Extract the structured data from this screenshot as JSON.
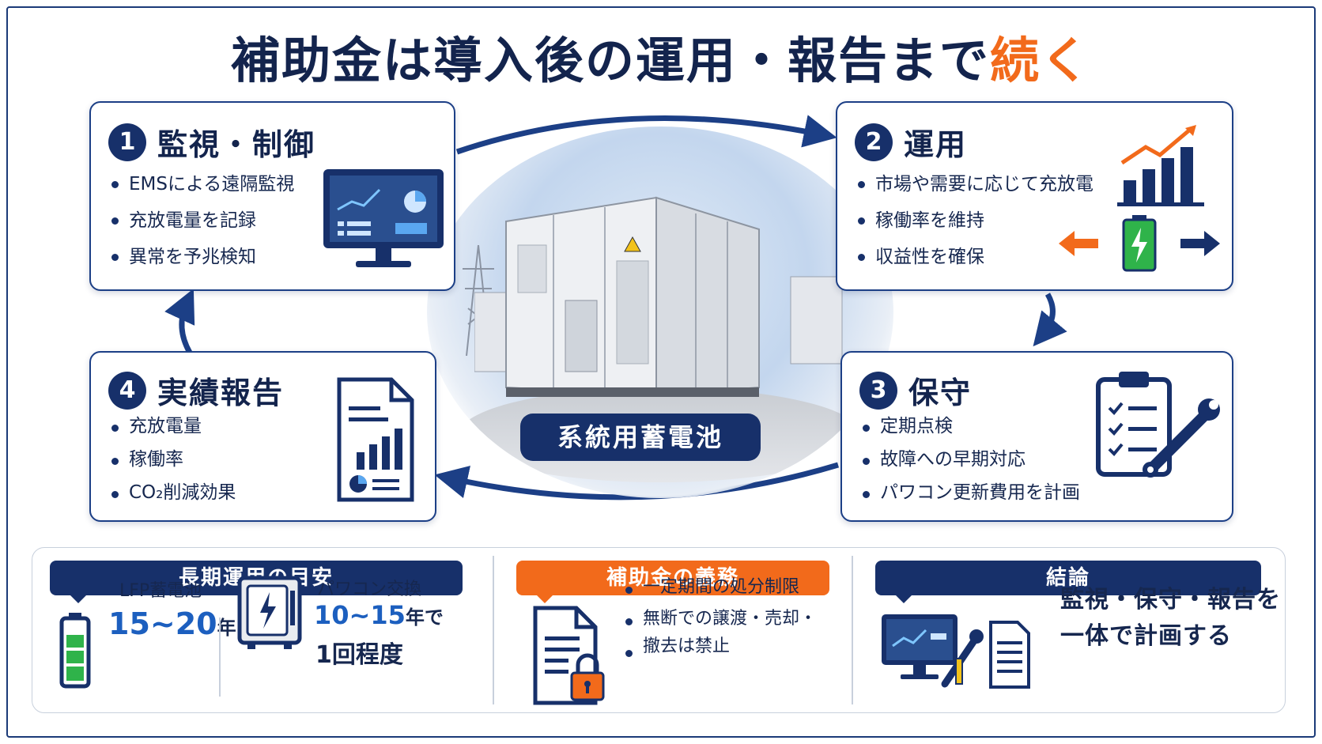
{
  "title": {
    "main": "補助金は導入後の運用・報告まで",
    "accent": "続く"
  },
  "colors": {
    "navy": "#17306a",
    "orange": "#f26a1b",
    "green": "#2fb34a",
    "border": "#1c3f86"
  },
  "steps": [
    {
      "num": "1",
      "title": "監視・制御",
      "items": [
        "EMSによる遠隔監視",
        "充放電量を記録",
        "異常を予兆検知"
      ],
      "icon": "monitor-dashboard-icon"
    },
    {
      "num": "2",
      "title": "運用",
      "items": [
        "市場や需要に応じて充放電",
        "稼働率を維持",
        "収益性を確保"
      ],
      "icon": "growth-chart-icon"
    },
    {
      "num": "3",
      "title": "保守",
      "items": [
        "定期点検",
        "故障への早期対応",
        "パワコン更新費用を計画"
      ],
      "icon": "clipboard-wrench-icon"
    },
    {
      "num": "4",
      "title": "実績報告",
      "items": [
        "充放電量",
        "稼働率",
        "CO₂削減効果"
      ],
      "icon": "report-document-icon"
    }
  ],
  "hero": {
    "label": "系統用蓄電池"
  },
  "bottom": {
    "longterm": {
      "header": "長期運用の目安",
      "battery_label": "LFP蓄電池",
      "battery_years": "15~20",
      "battery_unit": "年",
      "pcs_label": "パワコン交換",
      "pcs_years": "10~15",
      "pcs_unit": "年で",
      "pcs_freq": "1回程度"
    },
    "obligation": {
      "header": "補助金の義務",
      "items": [
        "一定期間の処分制限",
        "無断での譲渡・売却・",
        "撤去は禁止"
      ]
    },
    "conclusion": {
      "header": "結論",
      "line1": "監視・保守・報告を",
      "line2": "一体で計画する"
    }
  }
}
